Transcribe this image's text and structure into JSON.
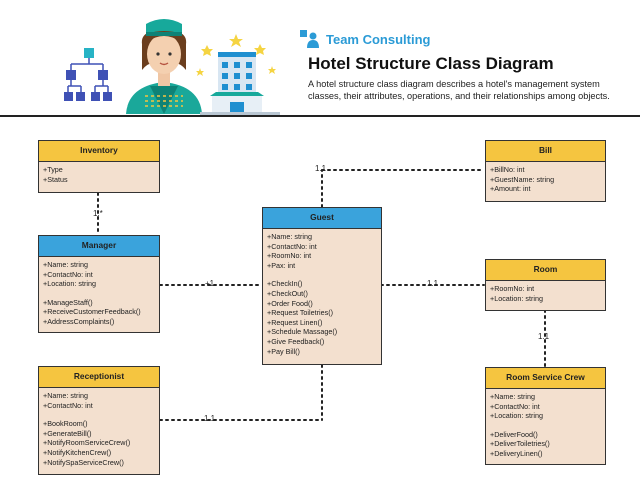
{
  "brand": {
    "name": "Team Consulting"
  },
  "header": {
    "title": "Hotel Structure Class Diagram",
    "subtitle": "A hotel structure class diagram describes a hotel's management system classes, their attributes, operations, and their relationships among objects."
  },
  "colors": {
    "yellow": "#f5c540",
    "blue": "#3aa3dc",
    "body": "#f3e0cf",
    "brand": "#2b9bd6"
  },
  "classes": {
    "inventory": {
      "name": "Inventory",
      "attributes": [
        "+Type",
        "+Status"
      ],
      "operations": []
    },
    "manager": {
      "name": "Manager",
      "attributes": [
        "+Name: string",
        "+ContactNo: int",
        "+Location: string"
      ],
      "operations": [
        "+ManageStaff()",
        "+ReceiveCustomerFeedback()",
        "+AddressComplaints()"
      ]
    },
    "receptionist": {
      "name": "Receptionist",
      "attributes": [
        "+Name: string",
        "+ContactNo: int"
      ],
      "operations": [
        "+BookRoom()",
        "+GenerateBill()",
        "+NotifyRoomServiceCrew()",
        "+NotifyKitchenCrew()",
        "+NotifySpaServiceCrew()"
      ]
    },
    "guest": {
      "name": "Guest",
      "attributes": [
        "+Name: string",
        "+ContactNo: int",
        "+RoomNo: int",
        "+Pax: int"
      ],
      "operations": [
        "+CheckIn()",
        "+CheckOut()",
        "+Order Food()",
        "+Request Toiletries()",
        "+Request Linen()",
        "+Schedule Massage()",
        "+Give Feedback()",
        "+Pay Bill()"
      ]
    },
    "bill": {
      "name": "Bill",
      "attributes": [
        "+BillNo: int",
        "+GuestName: string",
        "+Amount: int"
      ],
      "operations": []
    },
    "room": {
      "name": "Room",
      "attributes": [
        "+RoomNo: int",
        "+Location: string"
      ],
      "operations": []
    },
    "room_service_crew": {
      "name": "Room Service Crew",
      "attributes": [
        "+Name: string",
        "+ContactNo: int",
        "+Location: string"
      ],
      "operations": [
        "+DeliverFood()",
        "+DeliverToiletries()",
        "+DeliveryLinen()"
      ]
    }
  },
  "multiplicities": {
    "inventory_manager": "1.*",
    "manager_guest": "+1",
    "guest_bill": "1.1",
    "guest_room": "1.1",
    "room_crew": "1.1",
    "receptionist_guest": "1.1"
  }
}
